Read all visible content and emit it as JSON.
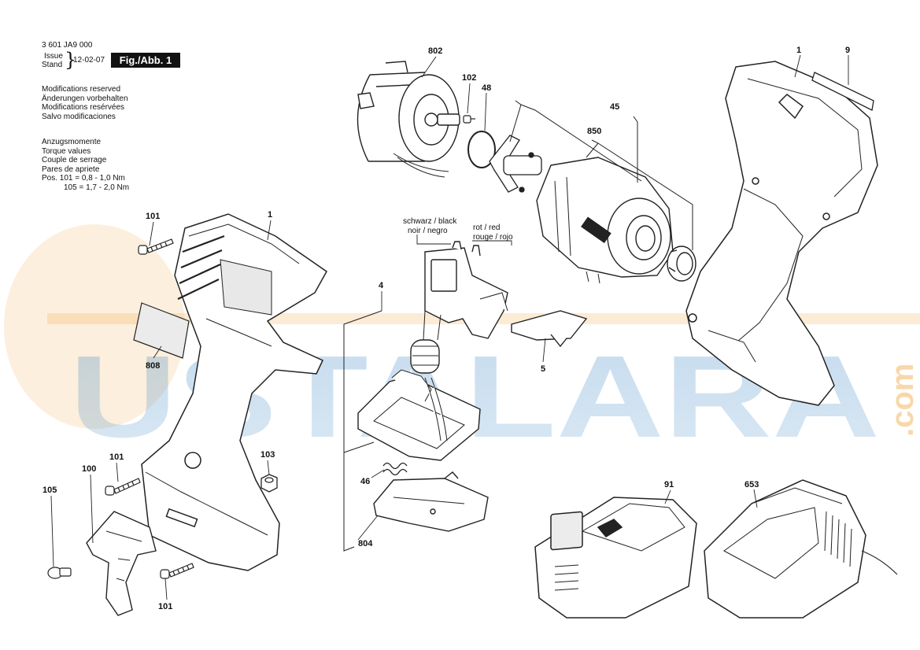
{
  "header": {
    "doc_number": "3 601 JA9 000",
    "issue_label": "Issue",
    "stand_label": "Stand",
    "date": "12-02-07",
    "fig_label": "Fig./Abb. 1",
    "modifications": [
      "Modifications reserved",
      "Änderungen vorbehalten",
      "Modifications resérvées",
      "Salvo modificaciones"
    ],
    "torque_titles": [
      "Anzugsmomente",
      "Torque values",
      "Couple de serrage",
      "Pares de apriete"
    ],
    "torque_line1": "Pos.  101 =  0,8 - 1,0 Nm",
    "torque_line2": "105 =  1,7 - 2,0 Nm"
  },
  "watermark": {
    "brand": "USTALARA",
    "domain": ".com",
    "color_blue": "#2f7fc1",
    "color_orange": "#f2a640"
  },
  "wire_labels": {
    "black": [
      "schwarz / black",
      "noir / negro"
    ],
    "red": [
      "rot / red",
      "rouge / rojo"
    ]
  },
  "parts": {
    "p802": "802",
    "p102": "102",
    "p48": "48",
    "p45": "45",
    "p850": "850",
    "p1_right": "1",
    "p9": "9",
    "p101_top": "101",
    "p1_left": "1",
    "p808": "808",
    "p4": "4",
    "p5": "5",
    "p101_mid": "101",
    "p100": "100",
    "p103": "103",
    "p105": "105",
    "p101_bot": "101",
    "p46": "46",
    "p804": "804",
    "p91": "91",
    "p653": "653"
  }
}
